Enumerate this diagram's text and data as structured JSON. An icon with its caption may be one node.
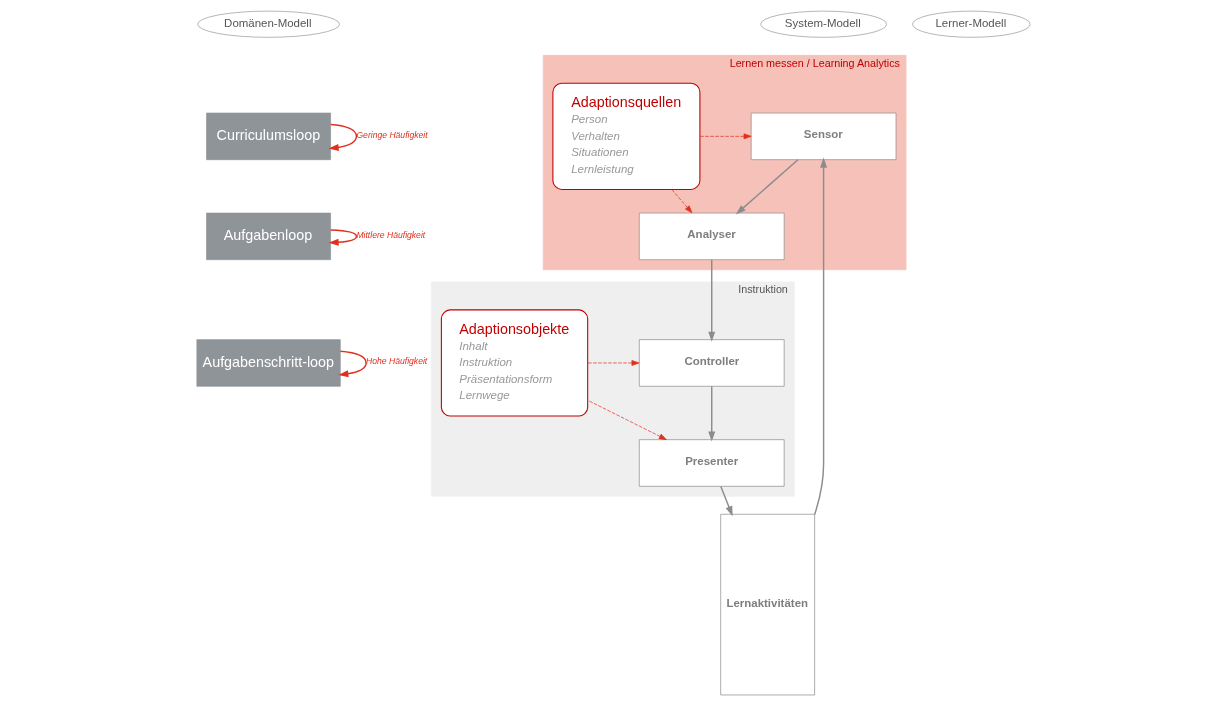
{
  "diagram": {
    "nodes": [
      {
        "text": [
          "Domänen-Modell"
        ]
      },
      {
        "text": [
          "System-Modell"
        ]
      },
      {
        "text": [
          "Lerner-Modell"
        ]
      },
      {
        "text": [
          "Curriculumsloop"
        ]
      },
      {
        "text": [
          "Aufgabenloop"
        ]
      },
      {
        "text": [
          "Aufgabenschritt-loop"
        ]
      },
      {
        "text": [
          "Lernen messen / Learning Analytics"
        ]
      },
      {
        "text": [
          "Sensor"
        ],
        "in": 6
      },
      {
        "text": [
          "Analyser"
        ],
        "in": 6
      },
      {
        "text": [
          "Adaptionsquellen",
          "Person",
          "Verhalten",
          "Situationen",
          "Lernleistung"
        ],
        "in": 6
      },
      {
        "text": [
          "Instruktion"
        ]
      },
      {
        "text": [
          "Controller"
        ],
        "in": 10
      },
      {
        "text": [
          "Presenter"
        ],
        "in": 10
      },
      {
        "text": [
          "Adaptionsobjekte",
          "Inhalt",
          "Instruktion",
          "Präsentationsform",
          "Lernwege"
        ],
        "in": 10
      },
      {
        "text": [
          "Lernaktivitäten"
        ]
      }
    ],
    "edges": [
      {
        "from": 3,
        "to": 3,
        "arrow": "to",
        "label": "Geringe Häufigkeit",
        "color": "#e0301e"
      },
      {
        "from": 4,
        "to": 4,
        "arrow": "to",
        "label": "Mittlere Häufigkeit",
        "color": "#e0301e"
      },
      {
        "from": 5,
        "to": 5,
        "arrow": "to",
        "label": "Hohe Häufigkeit",
        "color": "#e0301e"
      },
      {
        "from": 14,
        "to": 7,
        "arrow": "to",
        "color": "#8c8c8c"
      },
      {
        "from": 7,
        "to": 8,
        "arrow": "to",
        "color": "#8c8c8c"
      },
      {
        "from": 8,
        "to": 11,
        "arrow": "to",
        "color": "#8c8c8c"
      },
      {
        "from": 11,
        "to": 12,
        "arrow": "to",
        "color": "#8c8c8c"
      },
      {
        "from": 12,
        "to": 14,
        "arrow": "to",
        "color": "#8c8c8c"
      },
      {
        "from": 9,
        "to": 7,
        "arrow": "to",
        "style": "dashed",
        "color": "#e0301e"
      },
      {
        "from": 9,
        "to": 8,
        "arrow": "to",
        "style": "dashed",
        "color": "#e0301e"
      },
      {
        "from": 13,
        "to": 11,
        "arrow": "to",
        "style": "dashed",
        "color": "#e0301e"
      },
      {
        "from": 13,
        "to": 12,
        "arrow": "to",
        "style": "dashed",
        "color": "#e0301e"
      }
    ]
  }
}
